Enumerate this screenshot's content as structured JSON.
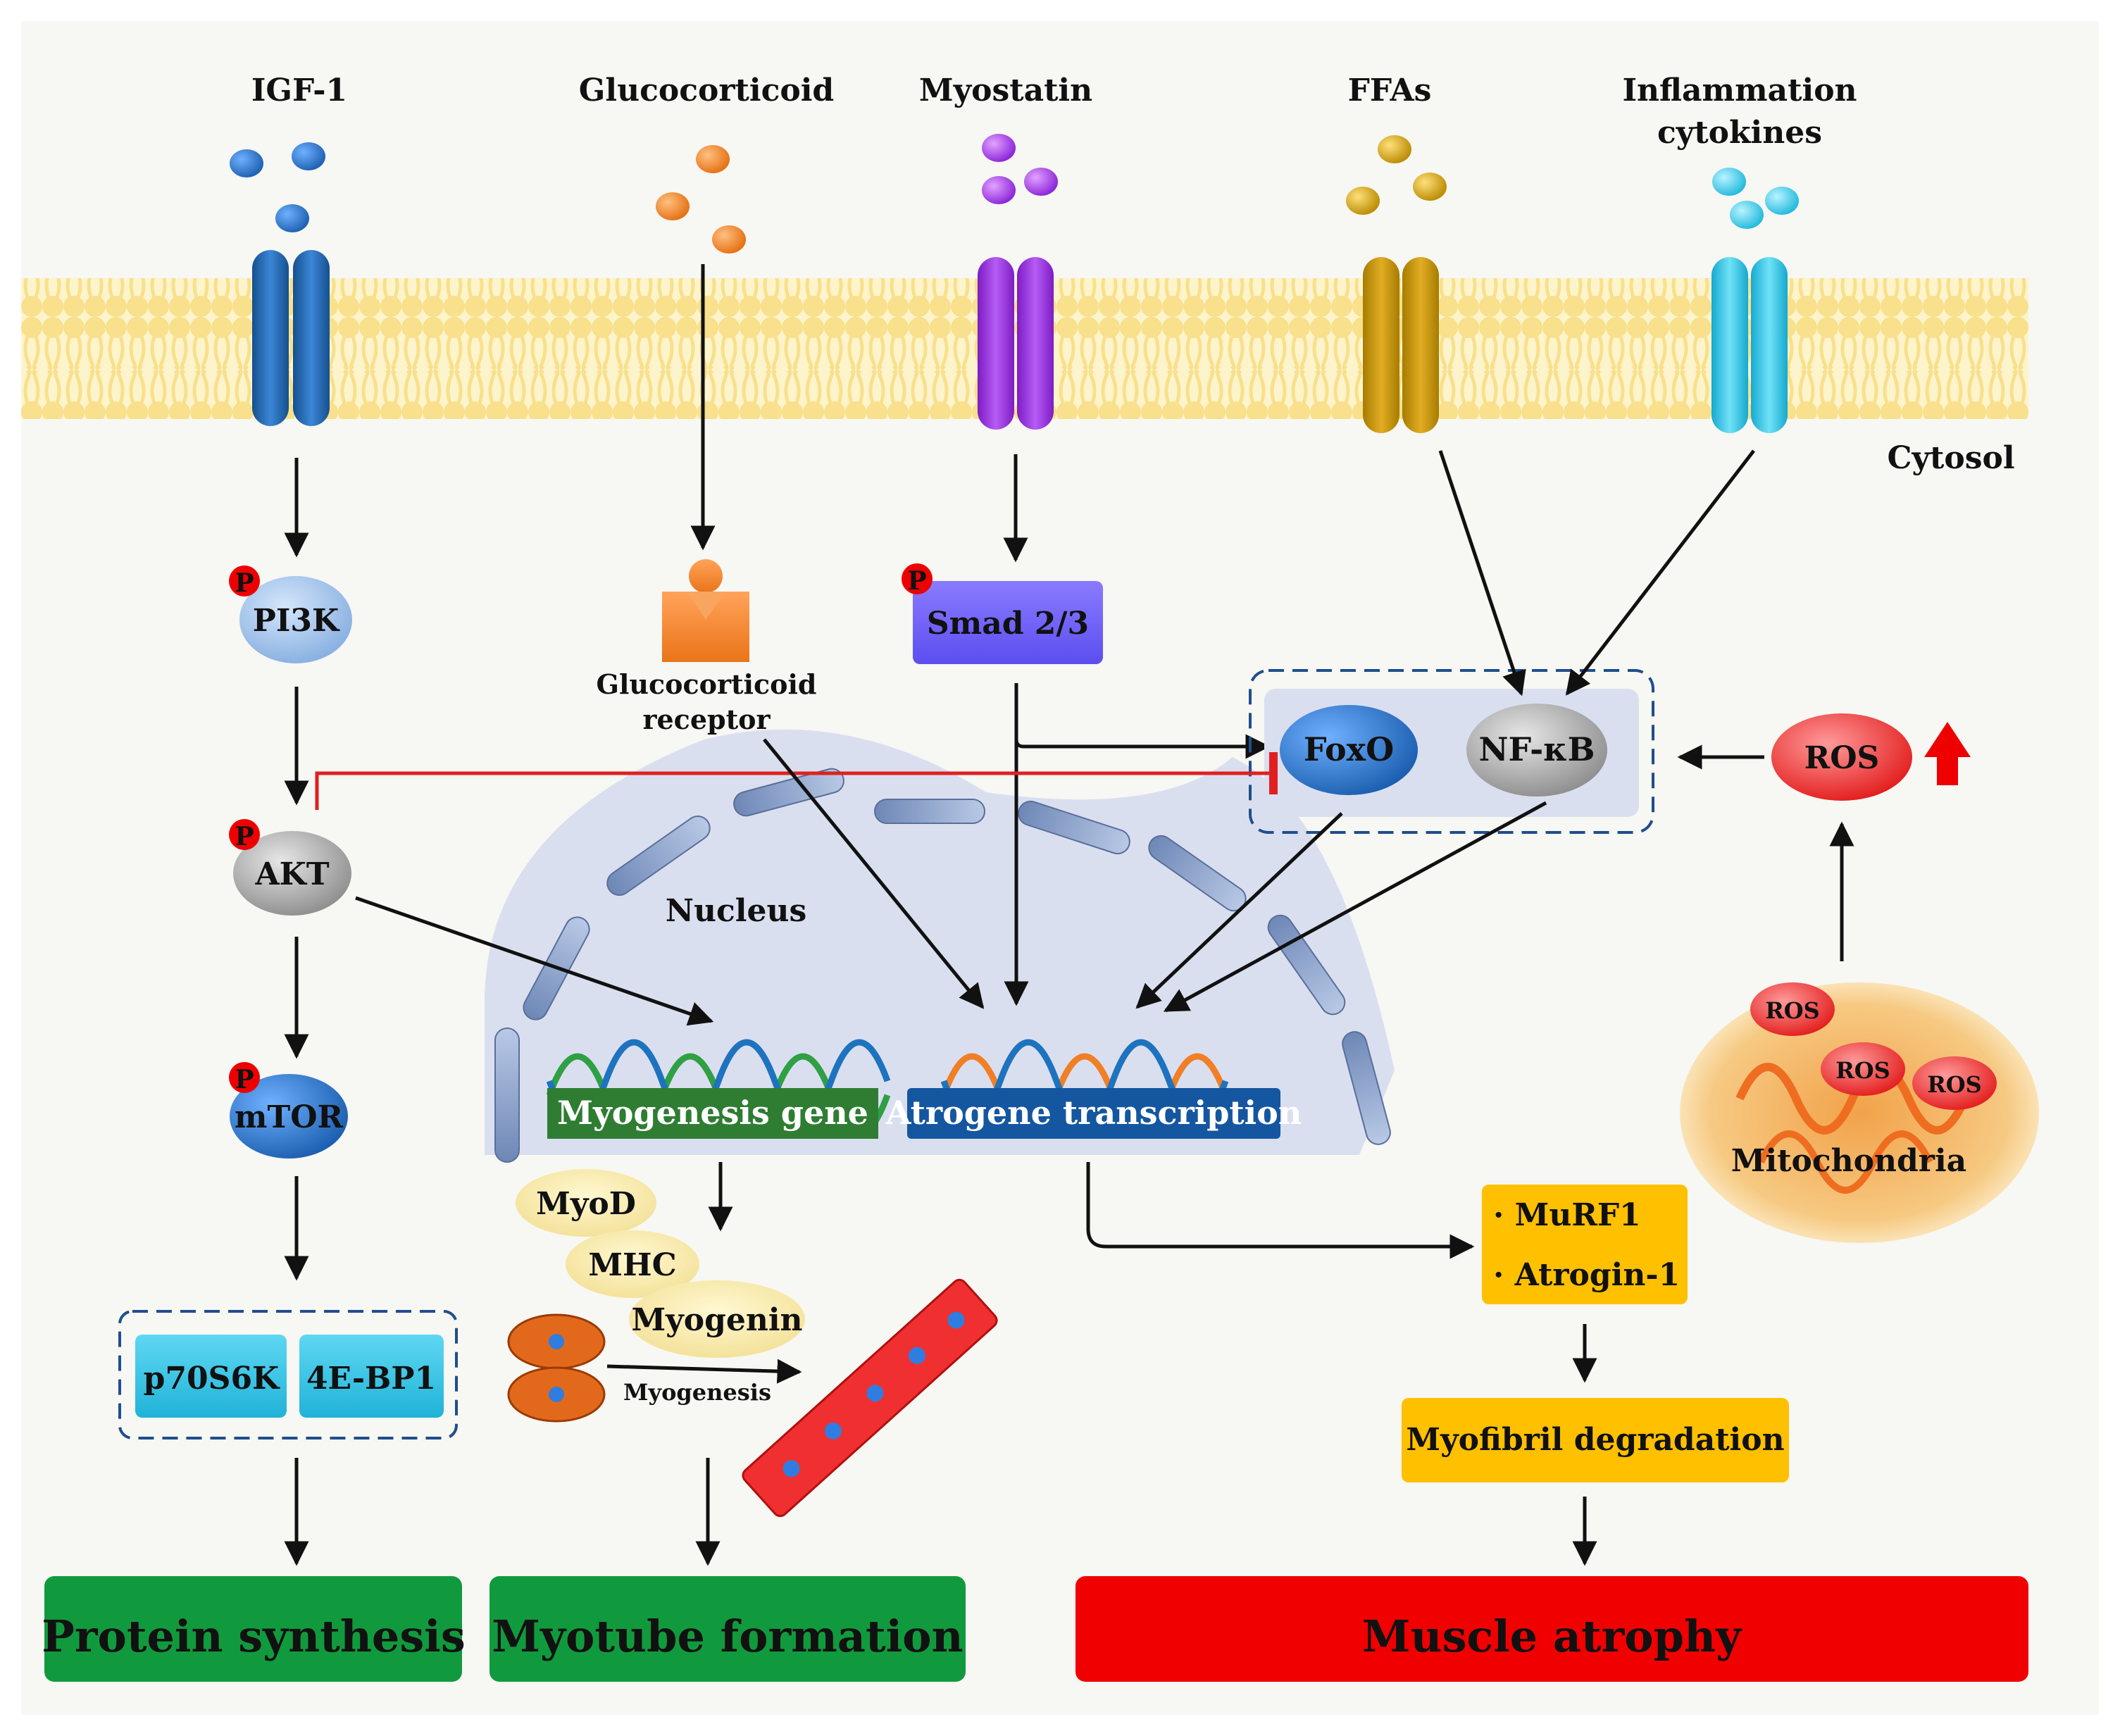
{
  "ligands": {
    "igf1": "IGF-1",
    "glucocorticoid": "Glucocorticoid",
    "myostatin": "Myostatin",
    "ffas": "FFAs",
    "inflammation_line1": "Inflammation",
    "inflammation_line2": "cytokines"
  },
  "compartments": {
    "cytosol": "Cytosol",
    "nucleus": "Nucleus"
  },
  "nodes": {
    "phospho": "P",
    "pi3k": "PI3K",
    "akt": "AKT",
    "mtor": "mTOR",
    "p70s6k": "p70S6K",
    "fourebp1": "4E-BP1",
    "gr_line1": "Glucocorticoid",
    "gr_line2": "receptor",
    "smad": "Smad 2/3",
    "foxo": "FoxO",
    "nfkb": "NF-κB",
    "ros": "ROS",
    "ros_small": "ROS",
    "mitochondria": "Mitochondria",
    "myogenesis_gene": "Myogenesis gene",
    "atrogene": "Atrogene transcription",
    "myod": "MyoD",
    "mhc": "MHC",
    "myogenin": "Myogenin",
    "myogenesis": "Myogenesis",
    "murf1": "· MuRF1",
    "atrogin": "· Atrogin-1",
    "myofibril": "Myofibril degradation"
  },
  "outcomes": {
    "protein_synthesis": "Protein synthesis",
    "myotube_formation": "Myotube formation",
    "muscle_atrophy": "Muscle atrophy"
  },
  "colors": {
    "membrane": "#f8e08c",
    "membrane_light": "#fdf2c4",
    "igf1": "#1f66b8",
    "glucocorticoid": "#f07f25",
    "myostatin": "#9b30e0",
    "ffas": "#c99a0a",
    "cytokines": "#29c3e3",
    "nucleus": "#dadff0",
    "envelope": "#7e96be",
    "green_box": "#119a3d",
    "red_box": "#f00000",
    "yellow_box": "#ffc000",
    "blue_label": "#1556a0",
    "gene_green": "#2f7d32",
    "inhibit": "#e02020"
  }
}
